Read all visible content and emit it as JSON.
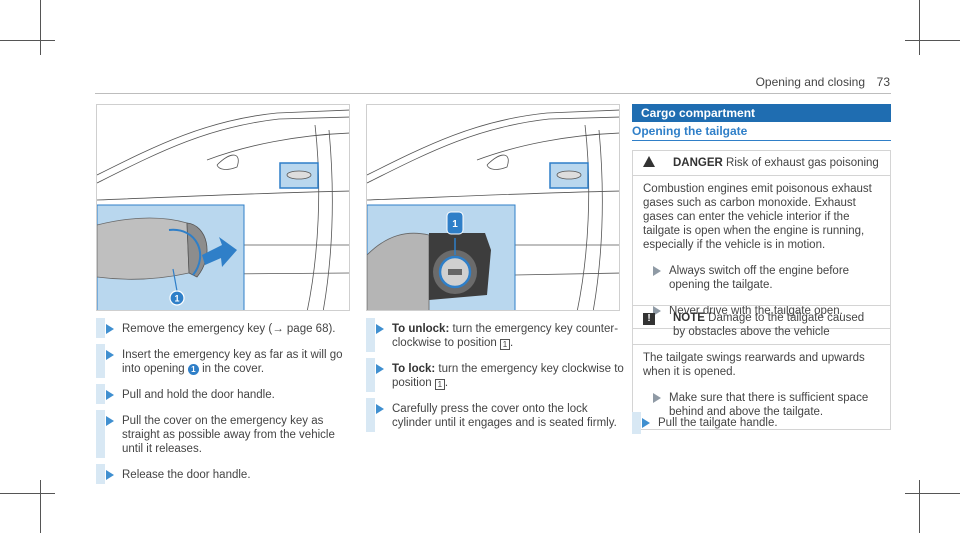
{
  "header": {
    "section": "Opening and closing",
    "page_number": "73"
  },
  "left_steps": [
    {
      "pre": "Remove the emergency key (",
      "arrow": "→",
      "post": " page 68)."
    },
    {
      "pre": "Insert the emergency key as far as it will go into opening ",
      "badge": "1",
      "post": " in the cover."
    },
    {
      "pre": "Pull and hold the door handle."
    },
    {
      "pre": "Pull the cover on the emergency key as straight as possible away from the vehicle until it releases."
    },
    {
      "pre": "Release the door handle."
    }
  ],
  "middle_steps": [
    {
      "bold": "To unlock:",
      "pre": " turn the emergency key counter-clockwise to position ",
      "pos": "1",
      "post": "."
    },
    {
      "bold": "To lock:",
      "pre": " turn the emergency key clockwise to position ",
      "pos": "1",
      "post": "."
    },
    {
      "pre": "Carefully press the cover onto the lock cylinder until it engages and is seated firmly."
    }
  ],
  "figure_left": {
    "callout": "1"
  },
  "figure_middle": {
    "callout": "1"
  },
  "right": {
    "section_title": "Cargo compartment",
    "subsection_title": "Opening the tailgate",
    "danger": {
      "label": "DANGER",
      "title": "Risk of exhaust gas poisoning",
      "body": "Combustion engines emit poisonous exhaust gases such as carbon monoxide. Exhaust gases can enter the vehicle interior if the tailgate is open when the engine is running, especially if the vehicle is in motion.",
      "items": [
        "Always switch off the engine before opening the tailgate.",
        "Never drive with the tailgate open."
      ]
    },
    "note": {
      "label": "NOTE",
      "title": "Damage to the tailgate caused by obstacles above the vehicle",
      "body": "The tailgate swings rearwards and upwards when it is opened.",
      "items": [
        "Make sure that there is sufficient space behind and above the tailgate."
      ]
    },
    "final_step": "Pull the tailgate handle."
  },
  "colors": {
    "accent": "#1f6db1",
    "highlight": "#b9d7ee",
    "step_bar": "#d8e8f4"
  }
}
